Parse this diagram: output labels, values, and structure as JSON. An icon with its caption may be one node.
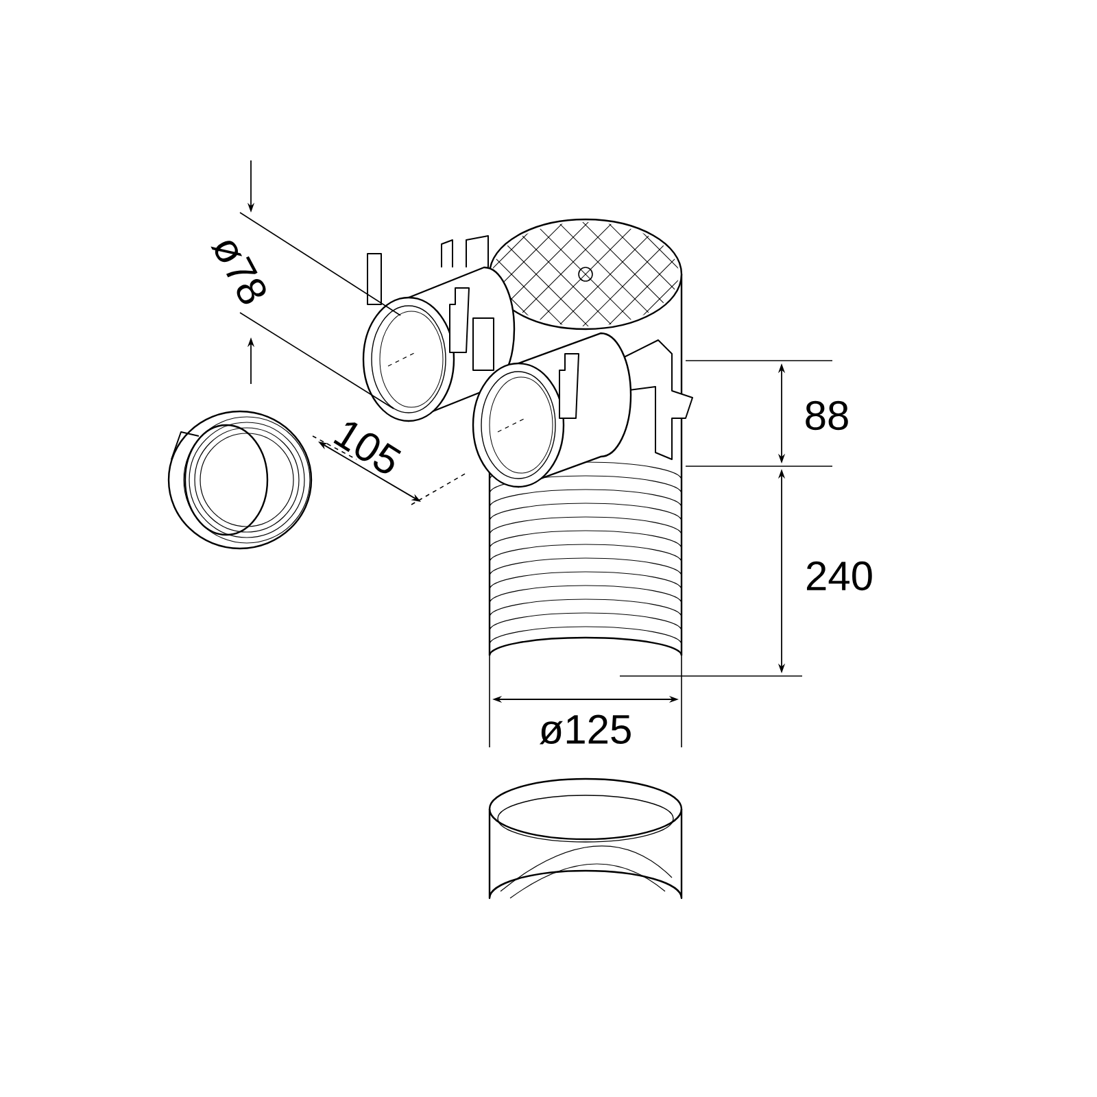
{
  "diagram": {
    "labels": [
      "ø78",
      "105",
      "88",
      "240",
      "ø125"
    ]
  }
}
